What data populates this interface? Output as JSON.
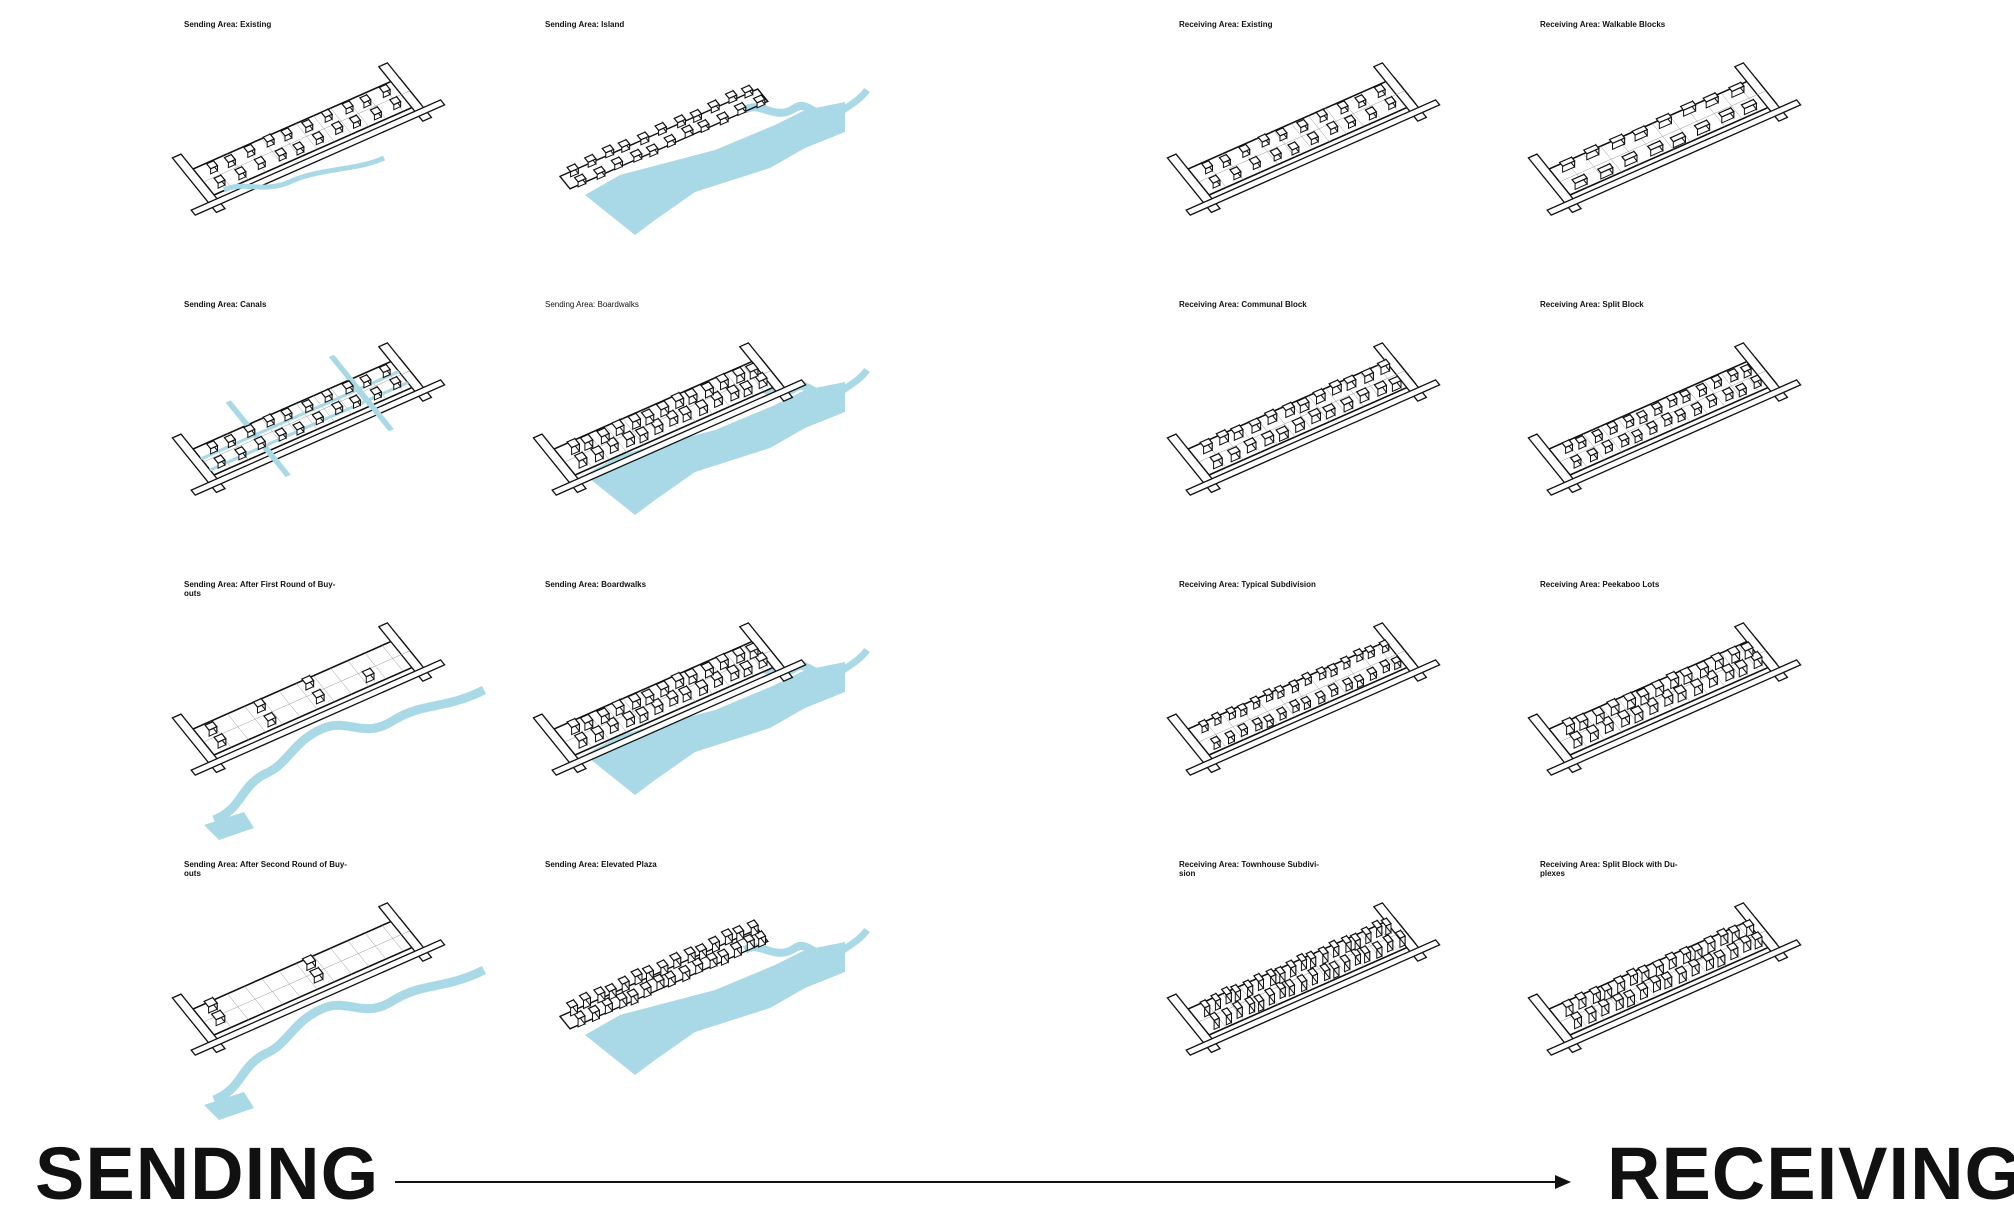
{
  "colors": {
    "water": "#a9d9e6",
    "ink": "#111111",
    "block": "#ffffff"
  },
  "sending": {
    "label": "SENDING",
    "panels": [
      {
        "title": "Sending Area: Existing",
        "water": "stream",
        "variant": "houses"
      },
      {
        "title": "Sending Area: Island",
        "water": "flood",
        "variant": "island"
      },
      {
        "title": "Sending Area: Canals",
        "water": "canals",
        "variant": "houses"
      },
      {
        "title": "Sending Area: Boardwalks",
        "water": "flood",
        "variant": "boardwalk"
      },
      {
        "title": "Sending Area: After First Round of Buy-\nouts",
        "water": "river",
        "variant": "sparse"
      },
      {
        "title": "Sending Area: Boardwalks",
        "water": "flood",
        "variant": "boardwalk"
      },
      {
        "title": "Sending Area: After Second Round of Buy-\nouts",
        "water": "river",
        "variant": "fewer"
      },
      {
        "title": "Sending Area: Elevated Plaza",
        "water": "flood",
        "variant": "plaza"
      }
    ]
  },
  "receiving": {
    "label": "RECEIVING",
    "panels": [
      {
        "title": "Receiving Area: Existing",
        "water": "none",
        "variant": "houses"
      },
      {
        "title": "Receiving Area: Walkable Blocks",
        "water": "none",
        "variant": "walkable"
      },
      {
        "title": "Receiving Area: Communal Block",
        "water": "none",
        "variant": "communal"
      },
      {
        "title": "Receiving Area: Split Block",
        "water": "none",
        "variant": "split"
      },
      {
        "title": "Receiving Area: Typical Subdivision",
        "water": "none",
        "variant": "subdivision"
      },
      {
        "title": "Receiving Area: Peekaboo Lots",
        "water": "none",
        "variant": "peekaboo"
      },
      {
        "title": "Receiving Area: Townhouse Subdivi-\nsion",
        "water": "none",
        "variant": "townhouse"
      },
      {
        "title": "Receiving Area: Split Block with Du-\nplexes",
        "water": "none",
        "variant": "duplex"
      }
    ]
  }
}
